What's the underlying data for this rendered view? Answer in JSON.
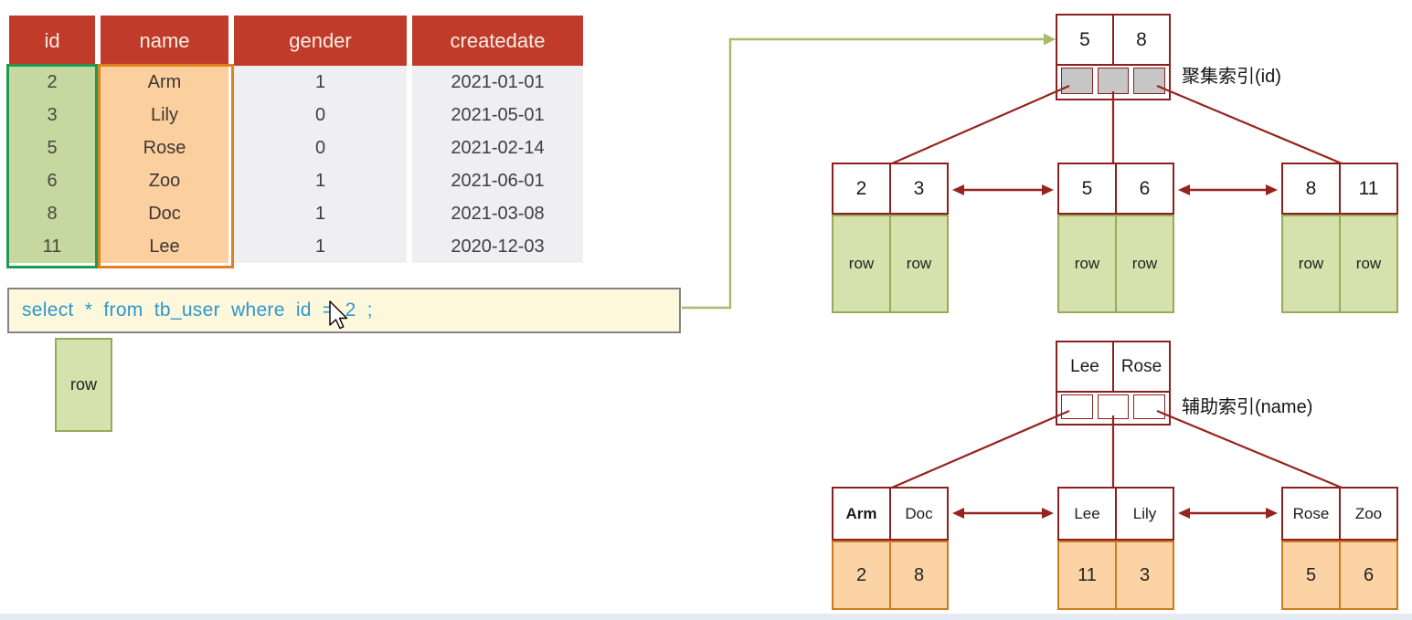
{
  "table": {
    "columns": [
      "id",
      "name",
      "gender",
      "createdate"
    ],
    "rows": [
      [
        "2",
        "Arm",
        "1",
        "2021-01-01"
      ],
      [
        "3",
        "Lily",
        "0",
        "2021-05-01"
      ],
      [
        "5",
        "Rose",
        "0",
        "2021-02-14"
      ],
      [
        "6",
        "Zoo",
        "1",
        "2021-06-01"
      ],
      [
        "8",
        "Doc",
        "1",
        "2021-03-08"
      ],
      [
        "11",
        "Lee",
        "1",
        "2020-12-03"
      ]
    ]
  },
  "sql_box": {
    "query": "select * from tb_user where id = 2 ;"
  },
  "row_box_label": "row",
  "clustered_index": {
    "label": "聚集索引(id)",
    "root_keys": [
      "5",
      "8"
    ],
    "leaves": [
      {
        "keys": [
          "2",
          "3"
        ],
        "values": [
          "row",
          "row"
        ]
      },
      {
        "keys": [
          "5",
          "6"
        ],
        "values": [
          "row",
          "row"
        ]
      },
      {
        "keys": [
          "8",
          "11"
        ],
        "values": [
          "row",
          "row"
        ]
      }
    ]
  },
  "secondary_index": {
    "label": "辅助索引(name)",
    "root_keys": [
      "Lee",
      "Rose"
    ],
    "leaves": [
      {
        "keys": [
          "Arm",
          "Doc"
        ],
        "values": [
          "2",
          "8"
        ]
      },
      {
        "keys": [
          "Lee",
          "Lily"
        ],
        "values": [
          "11",
          "3"
        ]
      },
      {
        "keys": [
          "Rose",
          "Zoo"
        ],
        "values": [
          "5",
          "6"
        ]
      }
    ]
  },
  "colors": {
    "header_red": "#c13b2b",
    "id_col_green": "#c5d8a0",
    "id_border_green": "#1d9a50",
    "name_col_orange": "#fccf9f",
    "name_border_orange": "#e0821b",
    "tree_red": "#8c1f1f",
    "arrow_red": "#96231f",
    "leaf_green": "#d6e2ad",
    "leaf_green_border": "#98a958",
    "leaf_orange": "#fbd3a5",
    "leaf_orange_border": "#cd7b22",
    "ptr_gray": "#c6c6c6",
    "sql_bg": "#fdf8dc",
    "sql_blue": "#2e96cf",
    "olive": "#a9ba6c"
  }
}
